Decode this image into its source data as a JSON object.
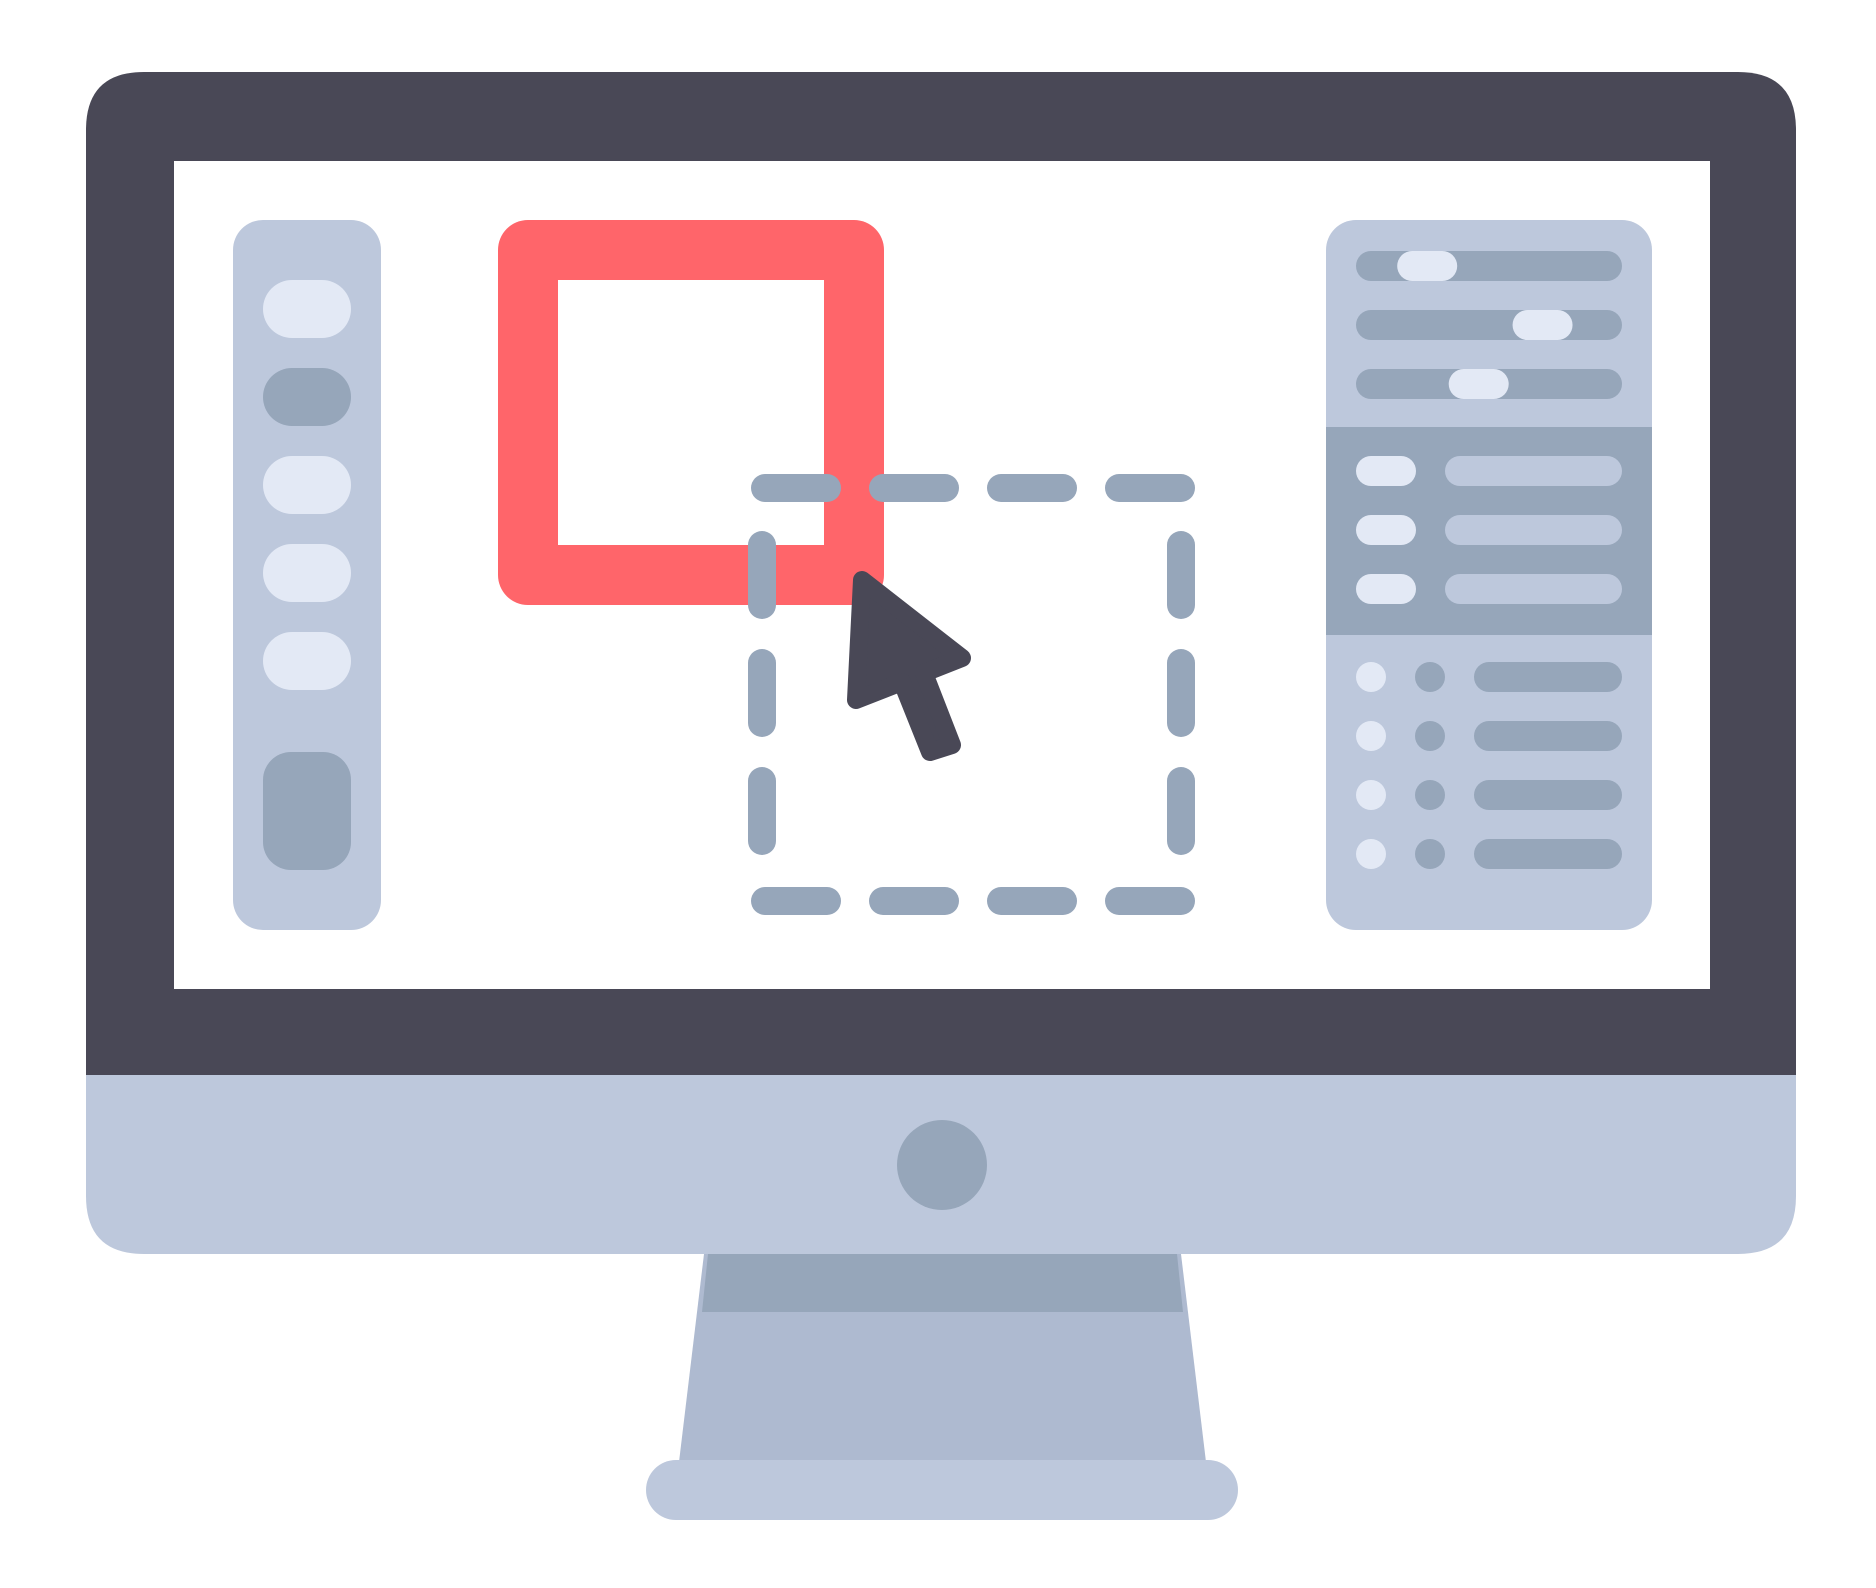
{
  "colors": {
    "background": "#FFFFFF",
    "bezel": "#494856",
    "screen": "#FFFFFF",
    "chin": "#BDC8DC",
    "panel": "#BDC8DC",
    "panel_band": "#96A6BA",
    "chip_light": "#E3E9F5",
    "chip_dark": "#96A6BA",
    "track": "#96A6BA",
    "selection_dash": "#96A6BA",
    "shape_frame": "#FF656A",
    "cursor": "#494856",
    "stand_neck": "#96A6BA",
    "stand_body": "#AEBAD0",
    "stand_base": "#BDC8DC",
    "home_button": "#96A6BA"
  },
  "icons": {
    "pointer": "mouse-pointer-icon",
    "device": "desktop-monitor-icon"
  },
  "toolbar": {
    "tool_states": [
      "light",
      "dark",
      "light",
      "light",
      "light"
    ],
    "has_large_tool": true
  },
  "sliders": [
    0.2,
    0.76,
    0.45
  ],
  "layers": 3,
  "properties": 4
}
